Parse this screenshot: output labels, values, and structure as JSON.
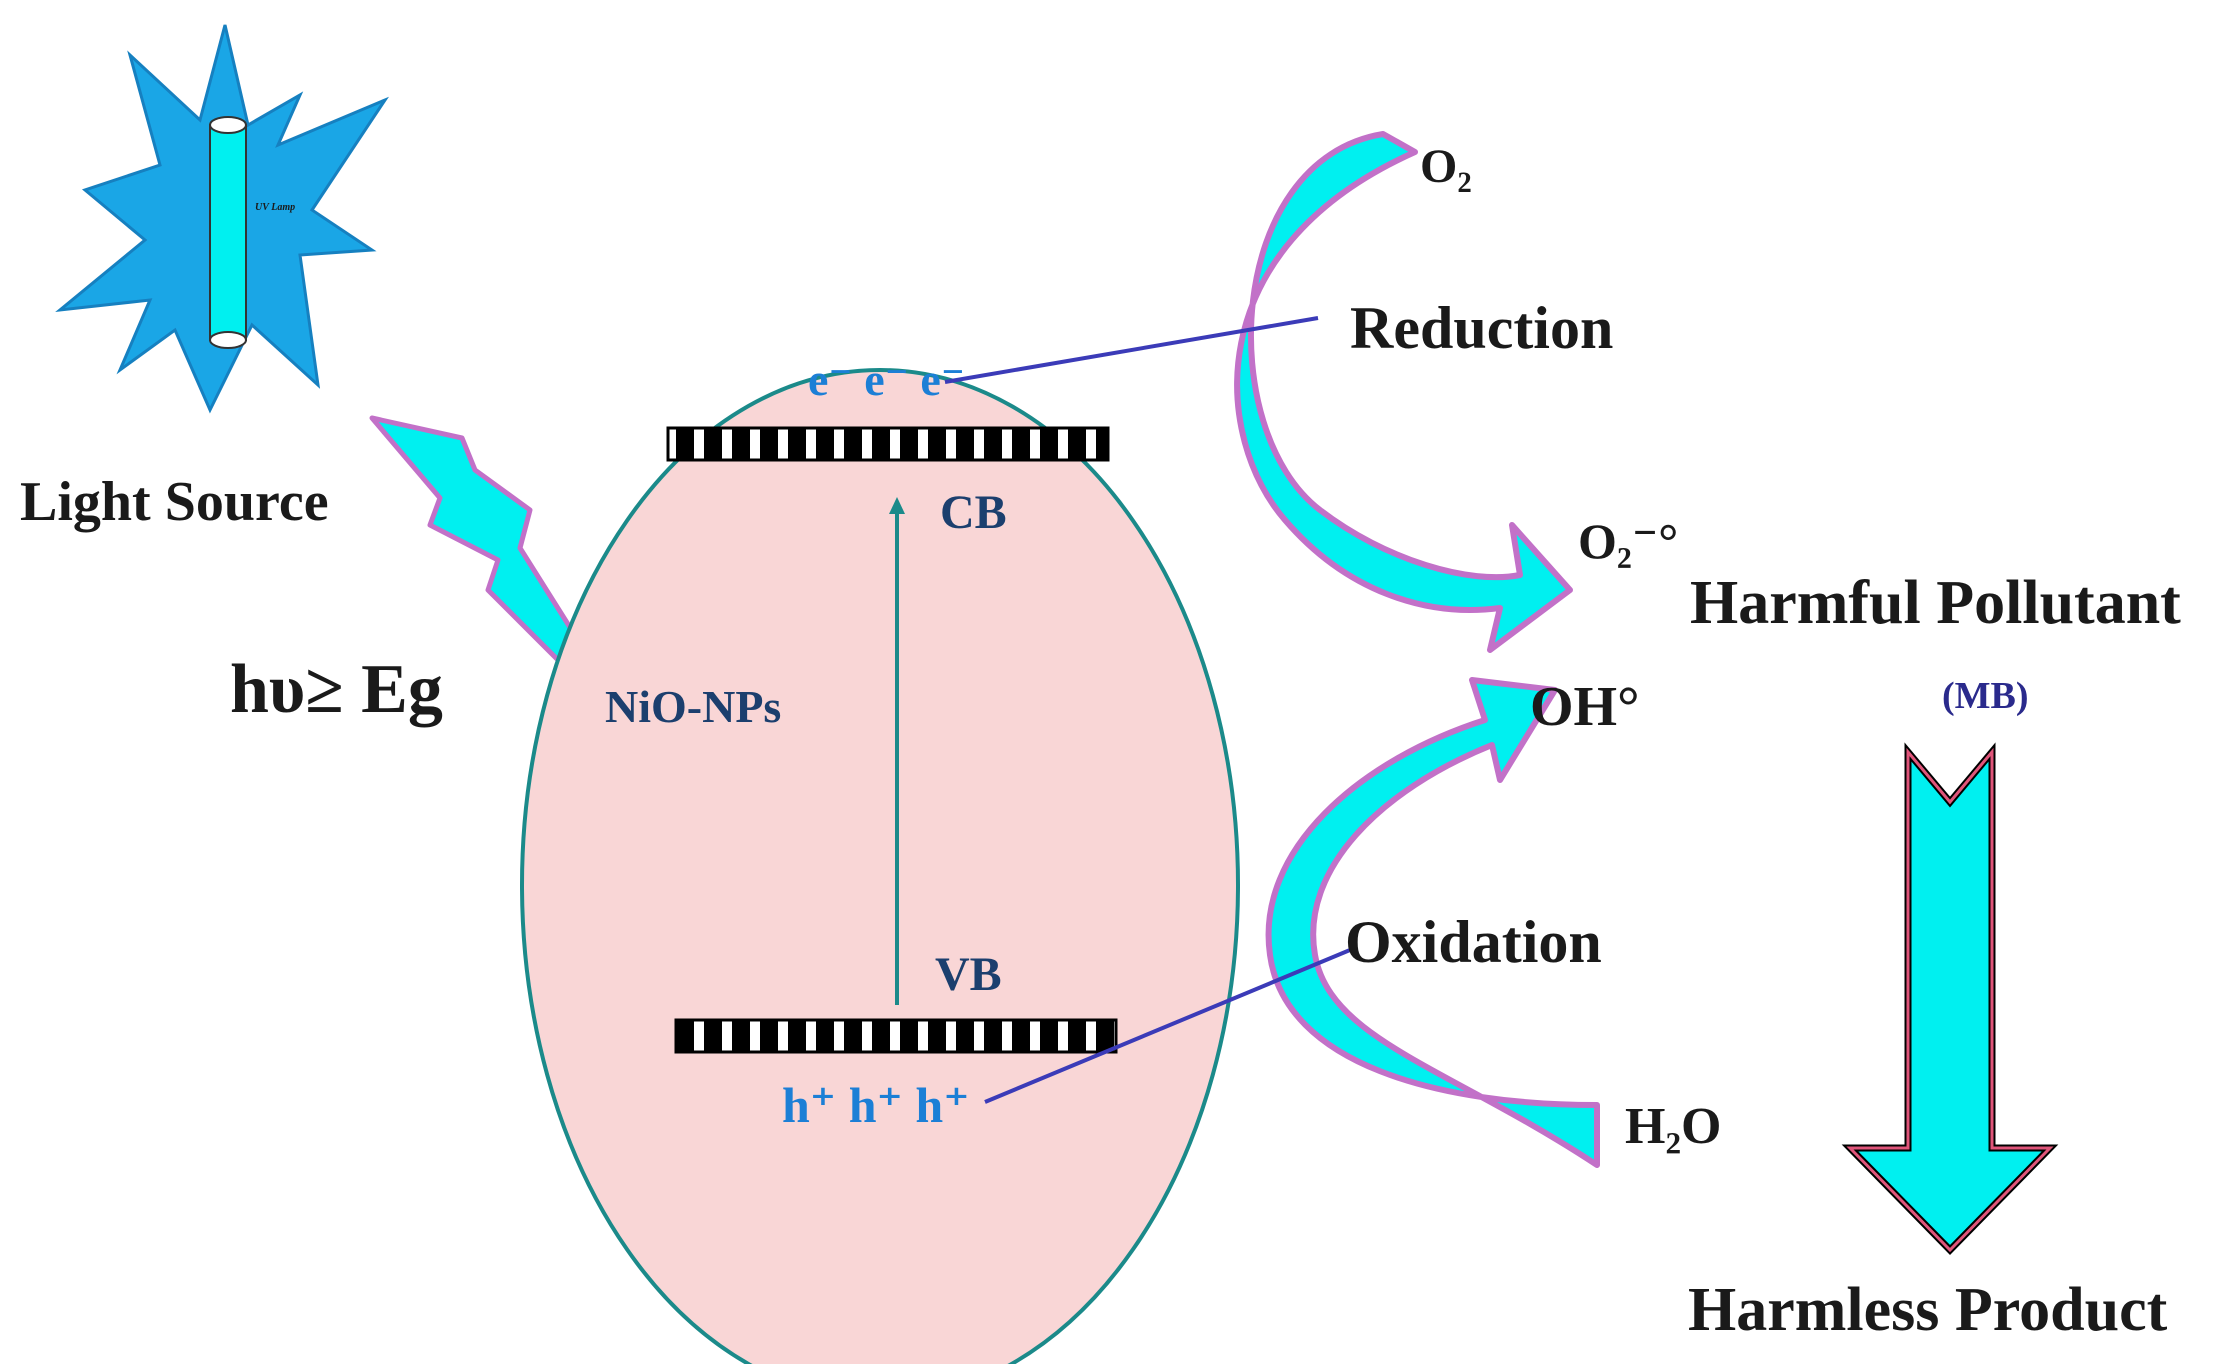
{
  "labels": {
    "light_source": "Light Source",
    "lamp_label": "UV Lamp",
    "photon_condition": "hυ≥ Eg",
    "catalyst": "NiO-NPs",
    "conduction_band": "CB",
    "valence_band": "VB",
    "electrons": "e⁻ e⁻ e⁻",
    "holes": "h⁺ h⁺ h⁺",
    "reduction": "Reduction",
    "oxidation": "Oxidation",
    "oxygen": "O₂",
    "superoxide": "O₂⁻°",
    "hydroxyl": "OH°",
    "water": "H₂O",
    "pollutant": "Harmful Pollutant",
    "pollutant_code": "(MB)",
    "product": "Harmless Product"
  },
  "colors": {
    "cyan": "#00f0f0",
    "arrow_outline": "#c271c8",
    "particle_fill": "#f9d6d6",
    "teal": "#1b8a8a",
    "lamp_blue": "#1aa6e6",
    "navy_text": "#1c3f6e",
    "blue_text": "#1c7fd6",
    "link_line": "#3b3bb8"
  }
}
